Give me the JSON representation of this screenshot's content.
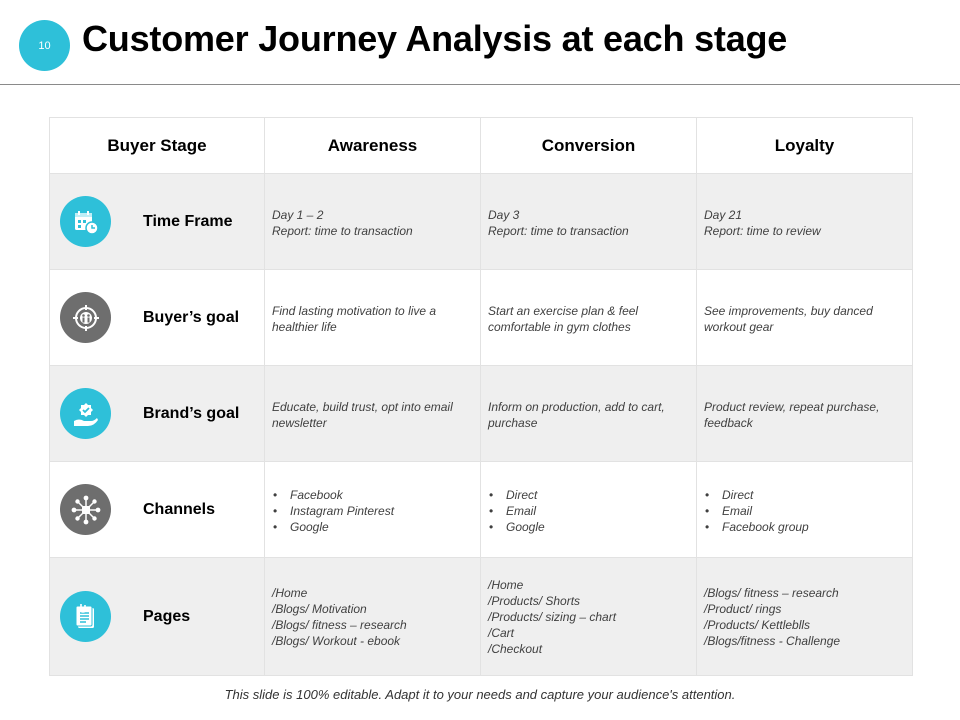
{
  "slide": {
    "number": "10",
    "title": "Customer Journey Analysis at each stage",
    "footer": "This slide is 100% editable. Adapt it to your needs and capture your audience's attention."
  },
  "table": {
    "headers": [
      "Buyer Stage",
      "Awareness",
      "Conversion",
      "Loyalty"
    ],
    "rows": [
      {
        "label": "Time Frame",
        "icon": "calendar-clock-icon",
        "icon_color": "#2ec0d9",
        "cells": [
          [
            "Day 1 – 2",
            "Report: time to transaction"
          ],
          [
            "Day 3",
            "Report: time to transaction"
          ],
          [
            "Day 21",
            "Report: time to review"
          ]
        ]
      },
      {
        "label": "Buyer’s goal",
        "icon": "target-people-icon",
        "icon_color": "#6e6e6e",
        "cells": [
          [
            "Find lasting motivation to live a",
            "healthier life"
          ],
          [
            "Start an exercise plan & feel",
            "comfortable in gym clothes"
          ],
          [
            "See improvements, buy danced",
            "workout gear"
          ]
        ]
      },
      {
        "label": "Brand’s goal",
        "icon": "hand-badge-icon",
        "icon_color": "#2ec0d9",
        "cells": [
          [
            "Educate, build trust, opt into email",
            "newsletter"
          ],
          [
            "Inform on production, add to cart,",
            "purchase"
          ],
          [
            "Product review, repeat purchase,",
            "feedback"
          ]
        ]
      },
      {
        "label": "Channels",
        "icon": "network-hub-icon",
        "icon_color": "#6e6e6e",
        "cells": [
          [
            "Facebook",
            "Instagram Pinterest",
            "Google"
          ],
          [
            "Direct",
            "Email",
            "Google"
          ],
          [
            "Direct",
            "Email",
            "Facebook group"
          ]
        ]
      },
      {
        "label": "Pages",
        "icon": "document-clip-icon",
        "icon_color": "#2ec0d9",
        "cells": [
          [
            "/Home",
            "/Blogs/ Motivation",
            "/Blogs/ fitness – research",
            "/Blogs/ Workout - ebook"
          ],
          [
            "/Home",
            "/Products/ Shorts",
            "/Products/ sizing – chart",
            "/Cart",
            "/Checkout"
          ],
          [
            "/Blogs/ fitness – research",
            "/Product/ rings",
            "/Products/ Kettleblls",
            "/Blogs/fitness - Challenge"
          ]
        ]
      }
    ]
  }
}
